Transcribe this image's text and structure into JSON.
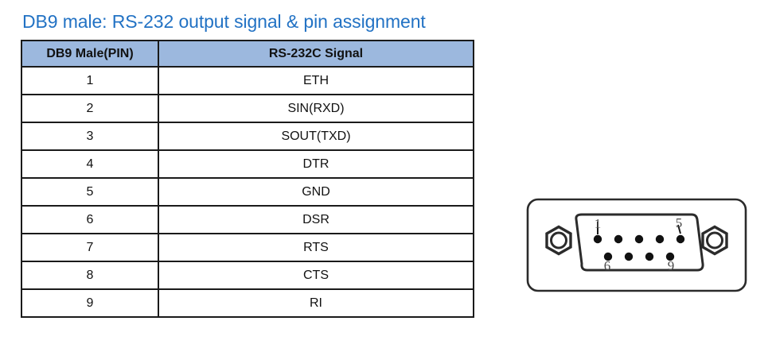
{
  "page": {
    "title": "DB9 male: RS-232 output signal & pin assignment",
    "title_color": "#2272C4",
    "background_color": "#FFFFFF"
  },
  "table": {
    "header_background": "#9CB8DE",
    "border_color": "#1A1A1A",
    "columns": [
      "DB9 Male(PIN)",
      "RS-232C Signal"
    ],
    "rows": [
      {
        "pin": "1",
        "signal": "ETH"
      },
      {
        "pin": "2",
        "signal": "SIN(RXD)"
      },
      {
        "pin": "3",
        "signal": "SOUT(TXD)"
      },
      {
        "pin": "4",
        "signal": "DTR"
      },
      {
        "pin": "5",
        "signal": "GND"
      },
      {
        "pin": "6",
        "signal": "DSR"
      },
      {
        "pin": "7",
        "signal": "RTS"
      },
      {
        "pin": "8",
        "signal": "CTS"
      },
      {
        "pin": "9",
        "signal": "RI"
      }
    ]
  },
  "connector": {
    "name": "db9-male-connector",
    "shell_type": "D-sub 9 male front view",
    "pin_labels": {
      "top_left": "1",
      "top_right": "5",
      "bottom_left": "6",
      "bottom_right": "9"
    },
    "top_row_pin_count": 5,
    "bottom_row_pin_count": 4,
    "screw_holes": 2,
    "outline_color": "#1A1A1A",
    "pin_color": "#111111"
  }
}
